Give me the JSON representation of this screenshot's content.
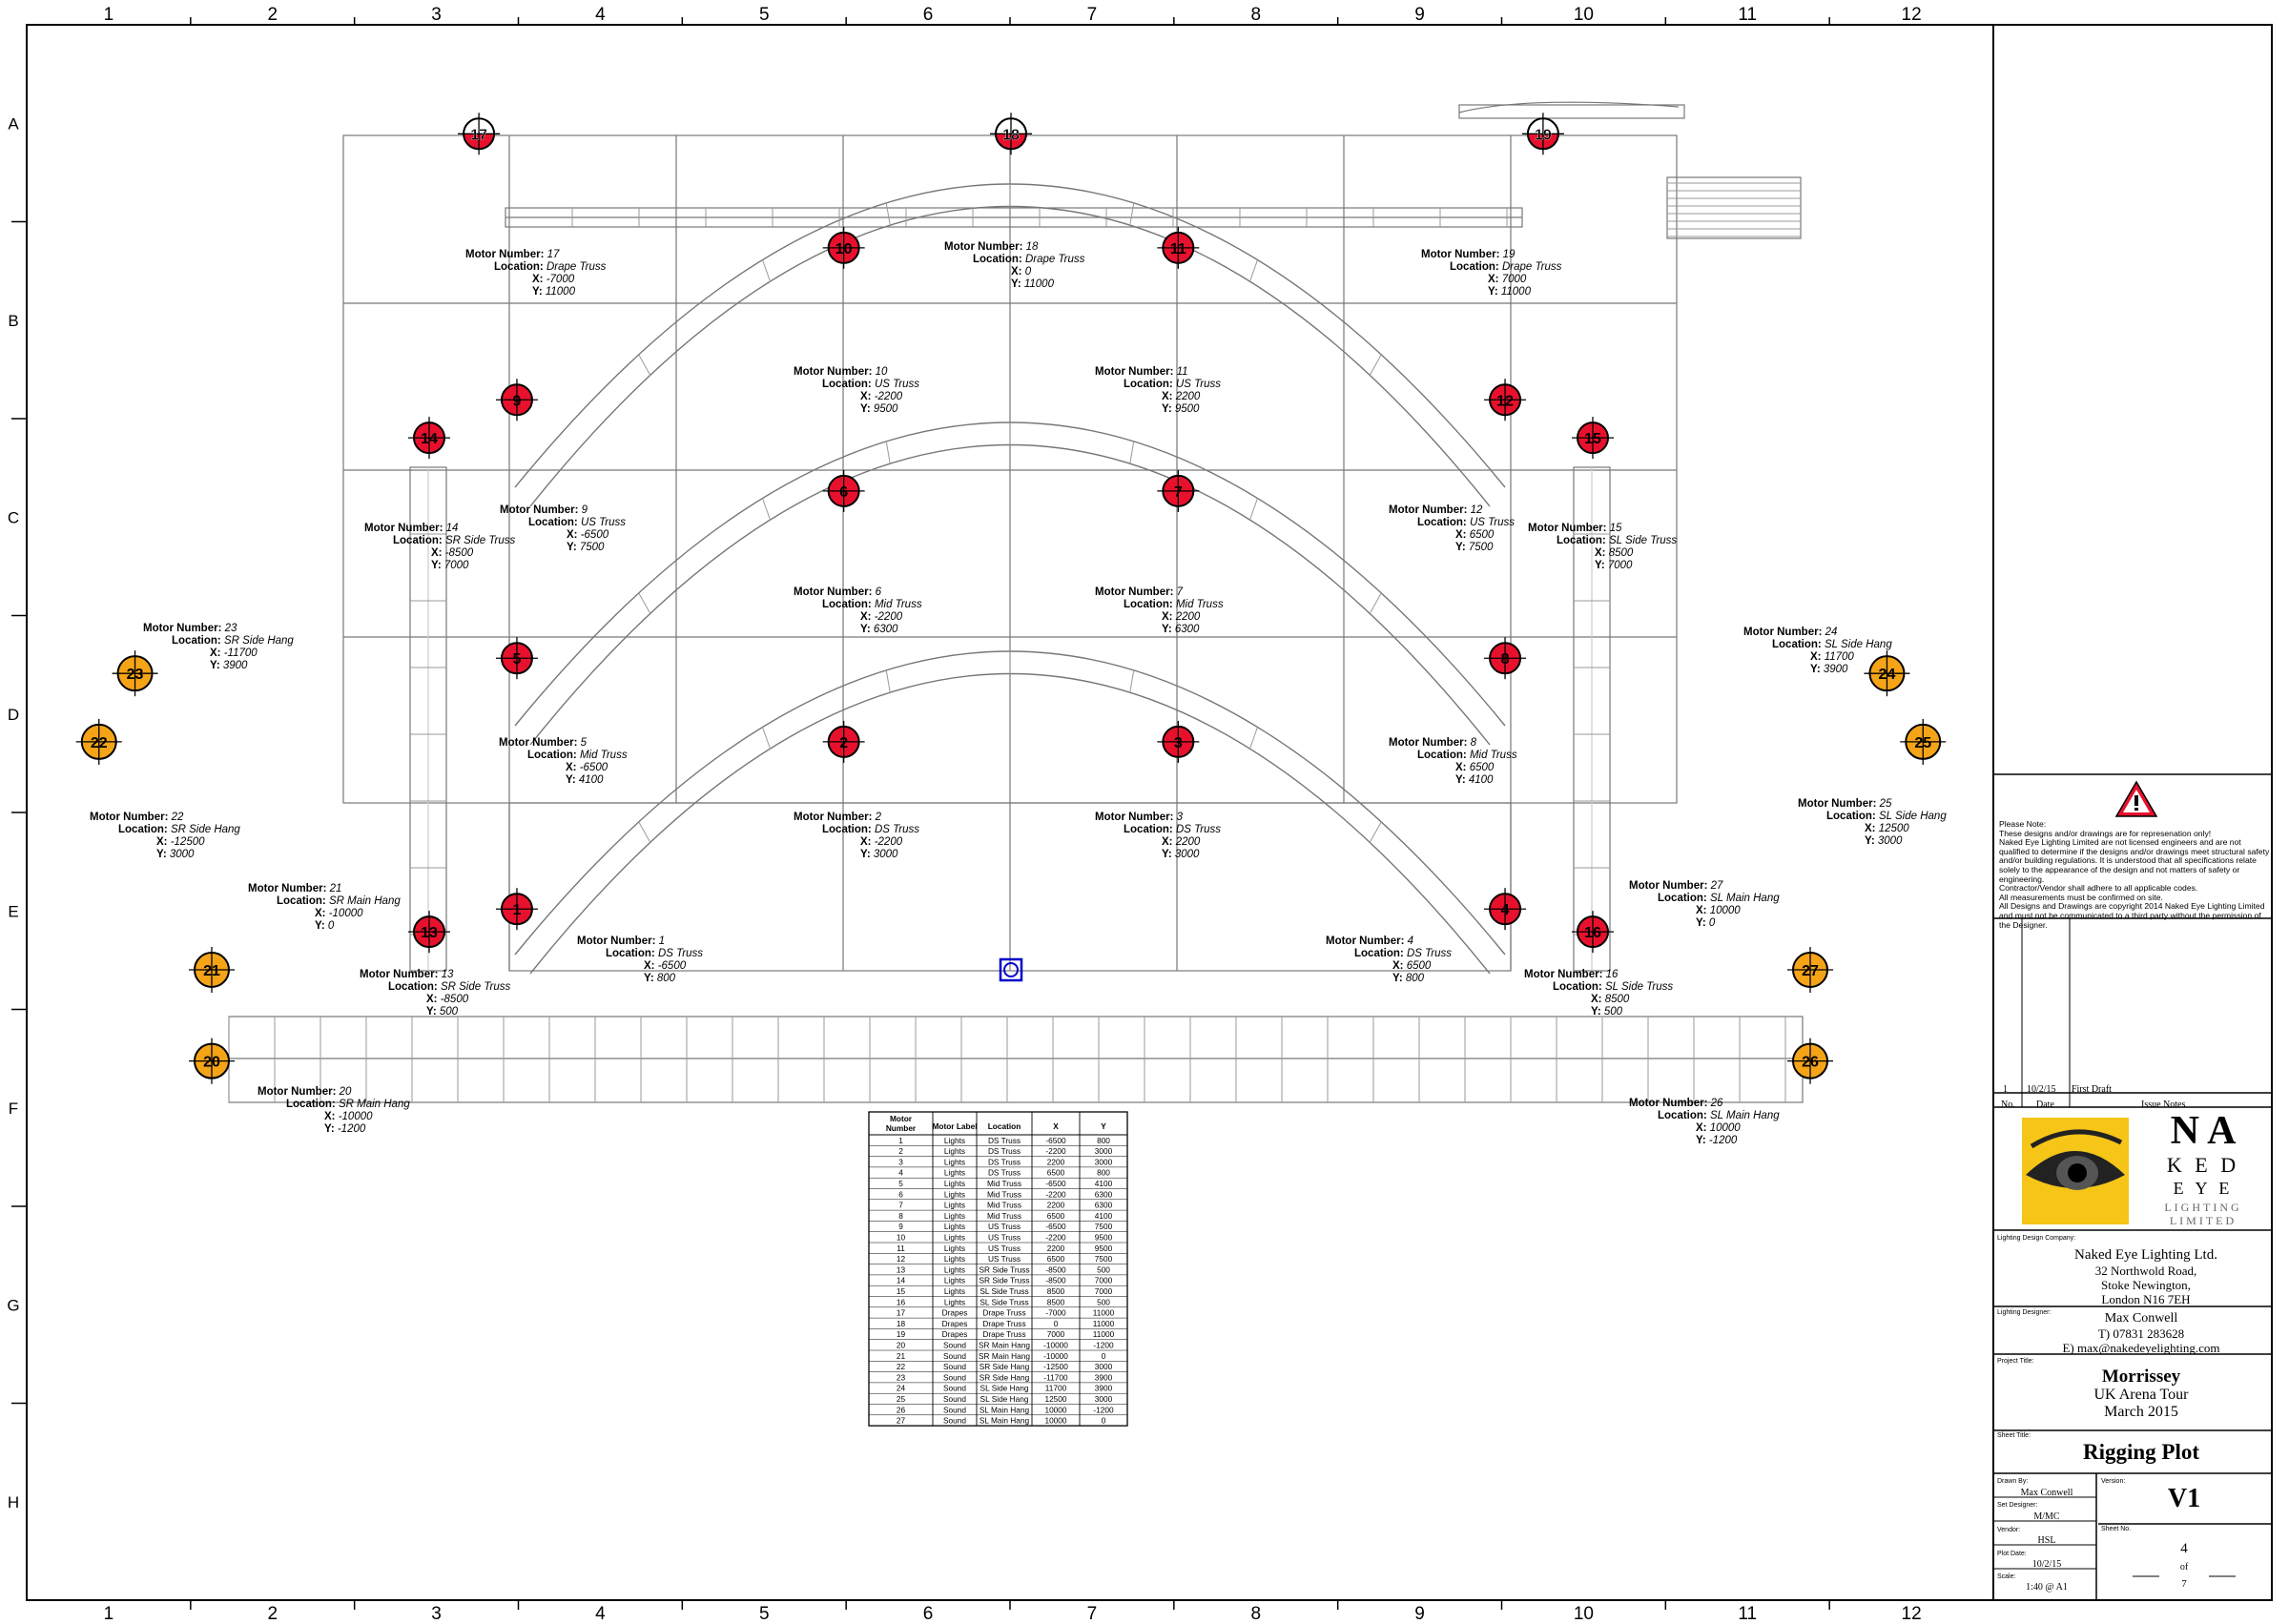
{
  "sheet": {
    "column_labels": [
      "1",
      "2",
      "3",
      "4",
      "5",
      "6",
      "7",
      "8",
      "9",
      "10",
      "11",
      "12"
    ],
    "row_labels": [
      "A",
      "B",
      "C",
      "D",
      "E",
      "F",
      "G",
      "H"
    ]
  },
  "callout_labels": {
    "motor": "Motor Number:",
    "location": "Location:",
    "x": "X:",
    "y": "Y:"
  },
  "motors": [
    {
      "number": "1",
      "label": "Lights",
      "location": "DS Truss",
      "x": "-6500",
      "y": "800"
    },
    {
      "number": "2",
      "label": "Lights",
      "location": "DS Truss",
      "x": "-2200",
      "y": "3000"
    },
    {
      "number": "3",
      "label": "Lights",
      "location": "DS Truss",
      "x": "2200",
      "y": "3000"
    },
    {
      "number": "4",
      "label": "Lights",
      "location": "DS Truss",
      "x": "6500",
      "y": "800"
    },
    {
      "number": "5",
      "label": "Lights",
      "location": "Mid Truss",
      "x": "-6500",
      "y": "4100"
    },
    {
      "number": "6",
      "label": "Lights",
      "location": "Mid Truss",
      "x": "-2200",
      "y": "6300"
    },
    {
      "number": "7",
      "label": "Lights",
      "location": "Mid Truss",
      "x": "2200",
      "y": "6300"
    },
    {
      "number": "8",
      "label": "Lights",
      "location": "Mid Truss",
      "x": "6500",
      "y": "4100"
    },
    {
      "number": "9",
      "label": "Lights",
      "location": "US Truss",
      "x": "-6500",
      "y": "7500"
    },
    {
      "number": "10",
      "label": "Lights",
      "location": "US Truss",
      "x": "-2200",
      "y": "9500"
    },
    {
      "number": "11",
      "label": "Lights",
      "location": "US Truss",
      "x": "2200",
      "y": "9500"
    },
    {
      "number": "12",
      "label": "Lights",
      "location": "US Truss",
      "x": "6500",
      "y": "7500"
    },
    {
      "number": "13",
      "label": "Lights",
      "location": "SR Side Truss",
      "x": "-8500",
      "y": "500"
    },
    {
      "number": "14",
      "label": "Lights",
      "location": "SR Side Truss",
      "x": "-8500",
      "y": "7000"
    },
    {
      "number": "15",
      "label": "Lights",
      "location": "SL Side Truss",
      "x": "8500",
      "y": "7000"
    },
    {
      "number": "16",
      "label": "Lights",
      "location": "SL Side Truss",
      "x": "8500",
      "y": "500"
    },
    {
      "number": "17",
      "label": "Drapes",
      "location": "Drape Truss",
      "x": "-7000",
      "y": "11000"
    },
    {
      "number": "18",
      "label": "Drapes",
      "location": "Drape Truss",
      "x": "0",
      "y": "11000"
    },
    {
      "number": "19",
      "label": "Drapes",
      "location": "Drape Truss",
      "x": "7000",
      "y": "11000"
    },
    {
      "number": "20",
      "label": "Sound",
      "location": "SR Main Hang",
      "x": "-10000",
      "y": "-1200"
    },
    {
      "number": "21",
      "label": "Sound",
      "location": "SR Main Hang",
      "x": "-10000",
      "y": "0"
    },
    {
      "number": "22",
      "label": "Sound",
      "location": "SR Side Hang",
      "x": "-12500",
      "y": "3000"
    },
    {
      "number": "23",
      "label": "Sound",
      "location": "SR Side Hang",
      "x": "-11700",
      "y": "3900"
    },
    {
      "number": "24",
      "label": "Sound",
      "location": "SL Side Hang",
      "x": "11700",
      "y": "3900"
    },
    {
      "number": "25",
      "label": "Sound",
      "location": "SL Side Hang",
      "x": "12500",
      "y": "3000"
    },
    {
      "number": "26",
      "label": "Sound",
      "location": "SL Main Hang",
      "x": "10000",
      "y": "-1200"
    },
    {
      "number": "27",
      "label": "Sound",
      "location": "SL Main Hang",
      "x": "10000",
      "y": "0"
    }
  ],
  "motor_table": {
    "headers": [
      "Motor Number",
      "Motor Label",
      "Location",
      "X",
      "Y"
    ]
  },
  "colors": {
    "lights": "#e8112d",
    "sound": "#f5a418",
    "marker": "#0000cc",
    "logo_yellow": "#f5c518"
  },
  "warning": {
    "icon": "warning-triangle-icon",
    "lines": [
      "Please Note:",
      "These designs and/or drawings are for represenation only!",
      "Naked Eye Lighting Limited are not licensed engineers and are not qualified to determine if the designs and/or drawings meet structural safety and/or building regulations. It is understood that all specifications relate solely to the appearance of the design and not matters of safety or engineering.",
      "Contractor/Vendor shall adhere to all applicable codes.",
      "All measurements must be confirmed on site.",
      "All Designs and Drawings are copyright 2014 Naked Eye Lighting Limited and must not be communicated to a third party without the permission of the Designer."
    ]
  },
  "issues": {
    "row": {
      "no": "1",
      "date": "10/2/15",
      "notes": "First Draft"
    },
    "headers": {
      "no": "No.",
      "date": "Date",
      "notes": "Issue Notes"
    }
  },
  "logo": {
    "line1": "N  A",
    "line2": "K E D",
    "line3": "E Y E",
    "line4": "LIGHTING",
    "line5": "LIMITED"
  },
  "company": {
    "label": "Lighting Design Company:",
    "name": "Naked Eye Lighting Ltd.",
    "address1": "32 Northwold Road,",
    "address2": "Stoke Newington,",
    "address3": "London N16 7EH"
  },
  "designer": {
    "label": "Lighting Designer:",
    "name": "Max Conwell",
    "phone": "T) 07831 283628",
    "email": "E) max@nakedeyelighting.com"
  },
  "project": {
    "label": "Project Title:",
    "line1": "Morrissey",
    "line2": "UK Arena Tour",
    "line3": "March 2015"
  },
  "sheet_title": {
    "label": "Sheet Title:",
    "value": "Rigging Plot"
  },
  "details": {
    "drawn_by_label": "Drawn By:",
    "drawn_by": "Max Conwell",
    "set_designer_label": "Set Designer:",
    "set_designer": "M/MC",
    "vendor_label": "Vendor:",
    "vendor": "HSL",
    "plot_date_label": "Plot Date:",
    "plot_date": "10/2/15",
    "scale_label": "Scale:",
    "scale": "1:40 @ A1",
    "version_label": "Version:",
    "version": "V1",
    "sheet_no_label": "Sheet No.",
    "sheet_no": "4",
    "of_label": "of",
    "sheet_total": "7"
  }
}
